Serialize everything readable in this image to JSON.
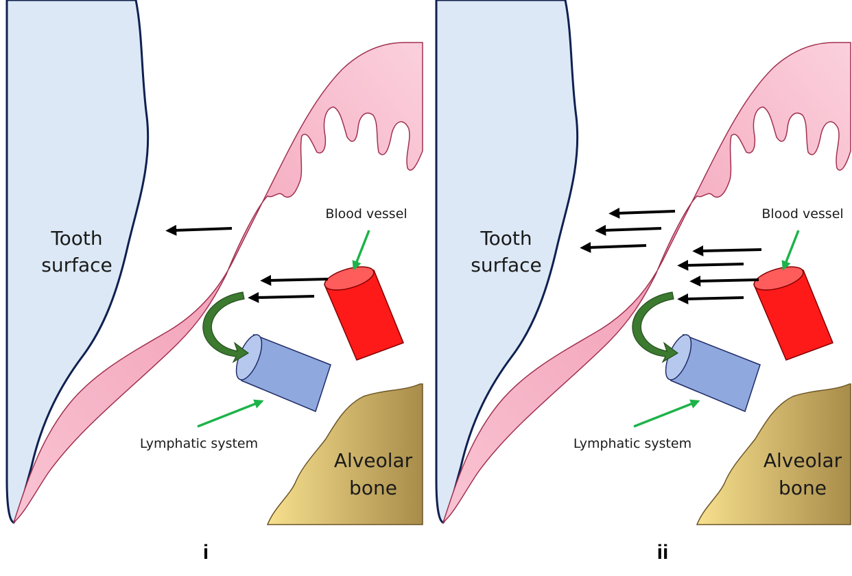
{
  "panels": [
    {
      "caption": "i",
      "tooth_label": [
        "Tooth",
        "surface"
      ],
      "bone_label": [
        "Alveolar",
        "bone"
      ],
      "vessel_label": "Blood vessel",
      "lymph_label": "Lymphatic system"
    },
    {
      "caption": "ii",
      "tooth_label": [
        "Tooth",
        "surface"
      ],
      "bone_label": [
        "Alveolar",
        "bone"
      ],
      "vessel_label": "Blood vessel",
      "lymph_label": "Lymphatic system"
    }
  ],
  "colors": {
    "tooth_fill": "#dce8f5",
    "tooth_outline": "#0f2050",
    "gingiva_fill": "#f7b6c8",
    "gingiva_outline": "#a0304f",
    "vessel": "#ff1a1a",
    "lymph": "#8fa8dd",
    "bone_light": "#f5dd8a",
    "bone_dark": "#a88c4a",
    "pointer_arrow": "#1db34a",
    "flow_arrow": "#2f6b2a"
  },
  "icons": {
    "fluid_arrow": "arrow-left-icon",
    "pointer": "green-pointer-icon",
    "drainage": "curved-arrow-icon"
  }
}
